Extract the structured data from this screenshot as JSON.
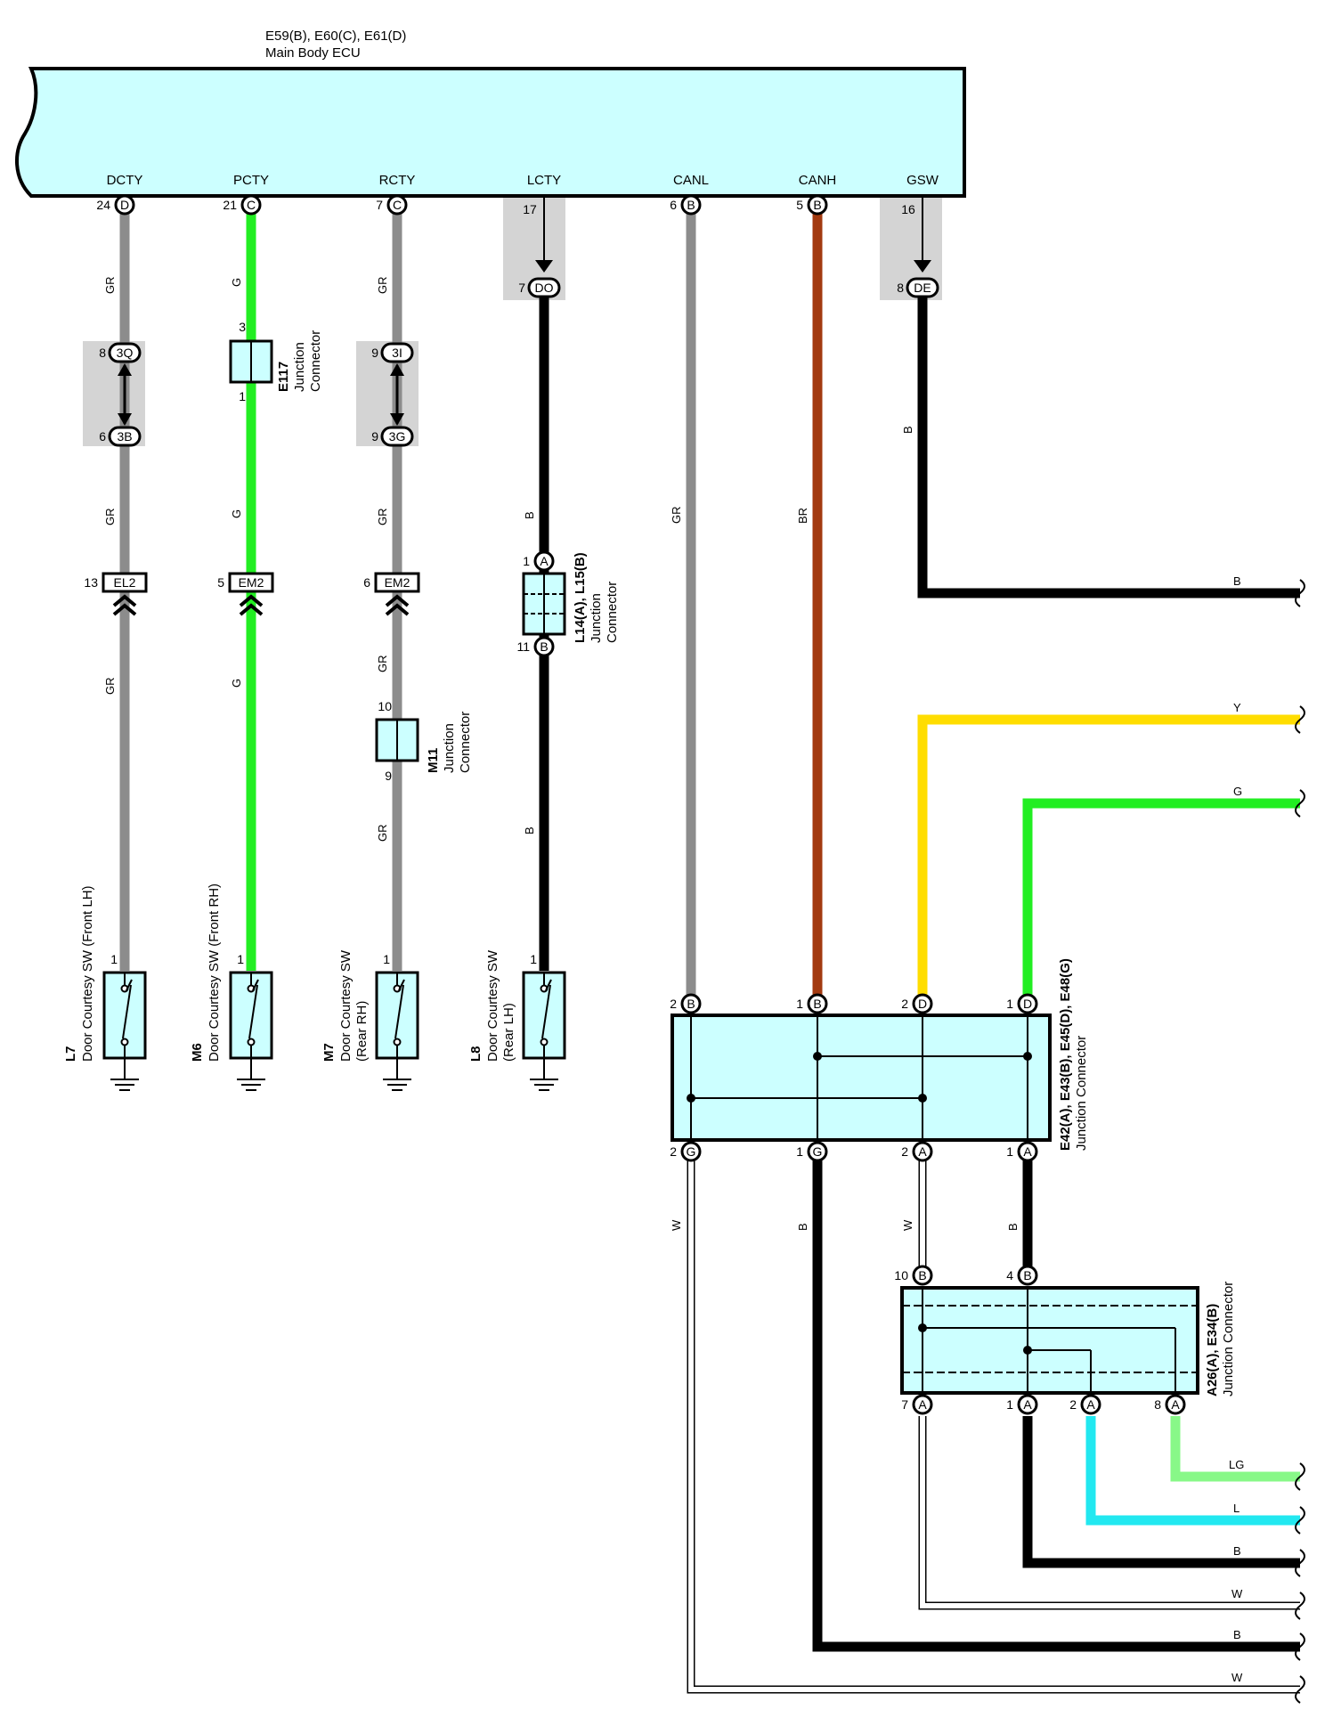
{
  "ecu": {
    "title_line1": "E59(B), E60(C), E61(D)",
    "title_line2": "Main Body ECU",
    "fill": "#ccffff",
    "terminals": [
      {
        "id": "dcty",
        "name": "DCTY",
        "pin": "24",
        "conn": "D"
      },
      {
        "id": "pcty",
        "name": "PCTY",
        "pin": "21",
        "conn": "C"
      },
      {
        "id": "rcty",
        "name": "RCTY",
        "pin": "7",
        "conn": "C"
      },
      {
        "id": "lcty",
        "name": "LCTY",
        "pin": "17",
        "conn": ""
      },
      {
        "id": "canl",
        "name": "CANL",
        "pin": "6",
        "conn": "B"
      },
      {
        "id": "canh",
        "name": "CANH",
        "pin": "5",
        "conn": "B"
      },
      {
        "id": "gsw",
        "name": "GSW",
        "pin": "16",
        "conn": ""
      }
    ]
  },
  "wire_colors": {
    "GR": "#8c8c8c",
    "G": "#22ee22",
    "B": "#000000",
    "BR": "#a33a10",
    "Y": "#ffdd00",
    "LG": "#88f888",
    "L": "#22e8f0",
    "W": "#ffffff"
  },
  "wire_codes": {
    "gr": "GR",
    "g": "G",
    "b": "B",
    "br": "BR",
    "y": "Y",
    "lg": "LG",
    "l": "L",
    "w": "W"
  },
  "inline_connectors": [
    {
      "id": "3q",
      "pin": "8",
      "conn": "3Q"
    },
    {
      "id": "3b",
      "pin": "6",
      "conn": "3B"
    },
    {
      "id": "3i",
      "pin": "9",
      "conn": "3I"
    },
    {
      "id": "3g",
      "pin": "9",
      "conn": "3G"
    },
    {
      "id": "do",
      "pin": "7",
      "conn": "DO"
    },
    {
      "id": "de",
      "pin": "8",
      "conn": "DE"
    },
    {
      "id": "el2",
      "pin": "13",
      "conn": "EL2"
    },
    {
      "id": "em2a",
      "pin": "5",
      "conn": "EM2"
    },
    {
      "id": "em2b",
      "pin": "6",
      "conn": "EM2"
    }
  ],
  "junctions": {
    "e117": {
      "name": "E117",
      "desc1": "Junction",
      "desc2": "Connector",
      "pin_top": "3",
      "pin_bottom": "1"
    },
    "m11": {
      "name": "M11",
      "desc1": "Junction",
      "desc2": "Connector",
      "pin_top": "10",
      "pin_bottom": "9"
    },
    "l14": {
      "name": "L14(A), L15(B)",
      "desc1": "Junction",
      "desc2": "Connector",
      "pin_top": "1",
      "conn_top": "A",
      "pin_bottom": "11",
      "conn_bottom": "B"
    },
    "e42": {
      "name": "E42(A), E43(B), E45(D), E48(G)",
      "desc": "Junction Connector",
      "top_pins": [
        {
          "pin": "2",
          "conn": "B"
        },
        {
          "pin": "1",
          "conn": "B"
        },
        {
          "pin": "2",
          "conn": "D"
        },
        {
          "pin": "1",
          "conn": "D"
        }
      ],
      "bottom_pins": [
        {
          "pin": "2",
          "conn": "G"
        },
        {
          "pin": "1",
          "conn": "G"
        },
        {
          "pin": "2",
          "conn": "A"
        },
        {
          "pin": "1",
          "conn": "A"
        }
      ]
    },
    "a26": {
      "name": "A26(A), E34(B)",
      "desc": "Junction Connector",
      "top_pins": [
        {
          "pin": "10",
          "conn": "B"
        },
        {
          "pin": "4",
          "conn": "B"
        }
      ],
      "bottom_pins": [
        {
          "pin": "7",
          "conn": "A"
        },
        {
          "pin": "1",
          "conn": "A"
        },
        {
          "pin": "2",
          "conn": "A"
        },
        {
          "pin": "8",
          "conn": "A"
        }
      ]
    }
  },
  "switches": [
    {
      "id": "l7",
      "name": "L7",
      "desc1": "Door Courtesy SW (Front LH)",
      "desc2": "",
      "pin": "1"
    },
    {
      "id": "m6",
      "name": "M6",
      "desc1": "Door Courtesy SW (Front RH)",
      "desc2": "",
      "pin": "1"
    },
    {
      "id": "m7",
      "name": "M7",
      "desc1": "Door Courtesy SW",
      "desc2": "(Rear RH)",
      "pin": "1"
    },
    {
      "id": "l8",
      "name": "L8",
      "desc1": "Door Courtesy SW",
      "desc2": "(Rear LH)",
      "pin": "1"
    }
  ]
}
